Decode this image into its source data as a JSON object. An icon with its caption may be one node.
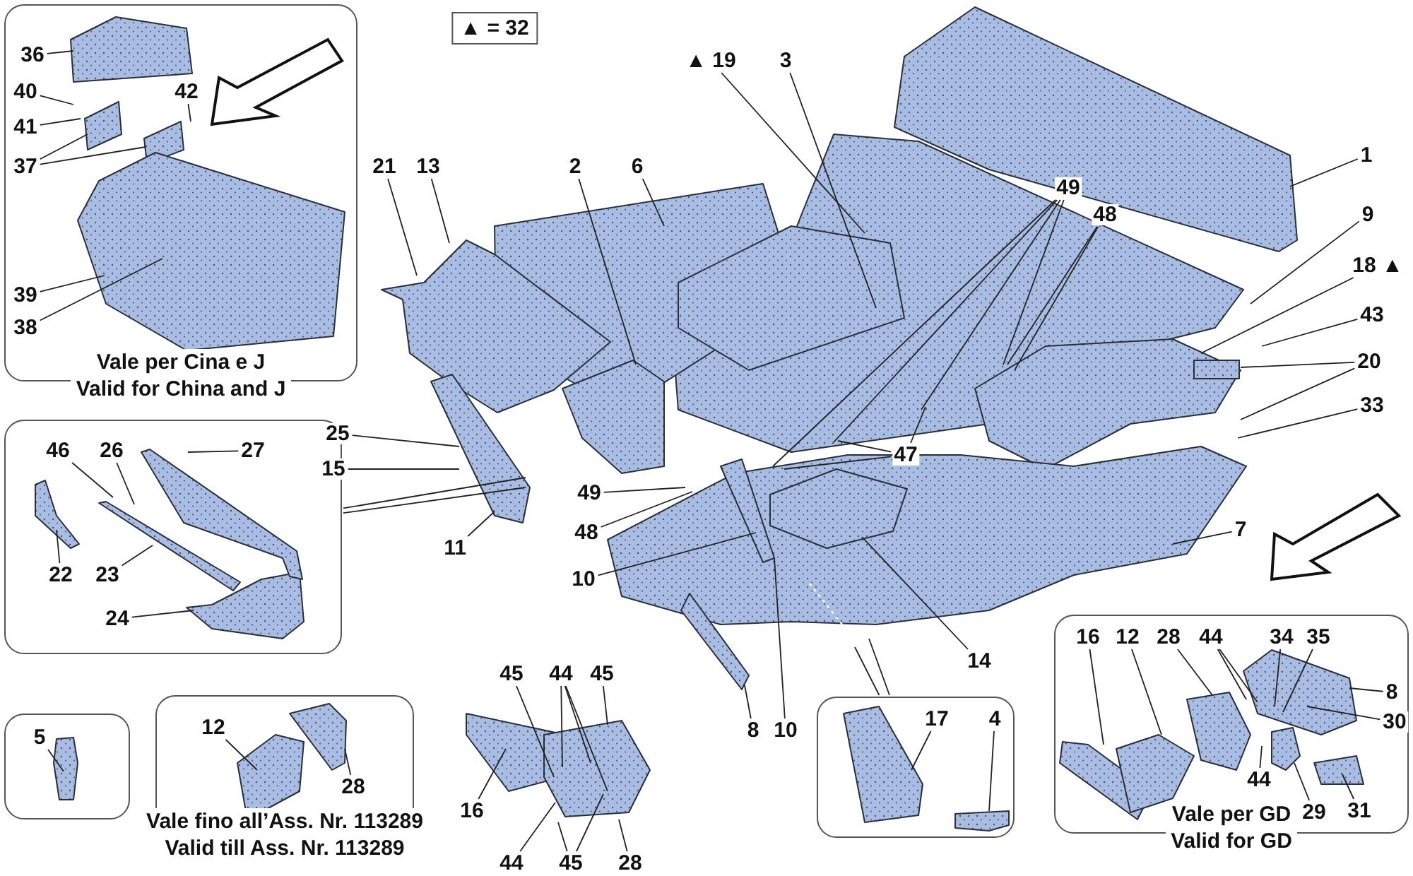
{
  "diagram": {
    "nodes": [
      {
        "text": [
          "Vale per Cina e J",
          "Valid for China and J"
        ]
      },
      {
        "text": [
          "36"
        ],
        "in": 0
      },
      {
        "text": [
          "40"
        ],
        "in": 0
      },
      {
        "text": [
          "41"
        ],
        "in": 0
      },
      {
        "text": [
          "42"
        ],
        "in": 0
      },
      {
        "text": [
          "37"
        ],
        "in": 0
      },
      {
        "text": [
          "39"
        ],
        "in": 0
      },
      {
        "text": [
          "38"
        ],
        "in": 0
      },
      {
        "text": [],
        "shape": "box"
      },
      {
        "text": [
          "46"
        ],
        "in": 8
      },
      {
        "text": [
          "26"
        ],
        "in": 8
      },
      {
        "text": [
          "27"
        ],
        "in": 8
      },
      {
        "text": [
          "22"
        ],
        "in": 8
      },
      {
        "text": [
          "23"
        ],
        "in": 8
      },
      {
        "text": [
          "24"
        ],
        "in": 8
      },
      {
        "text": [],
        "shape": "box"
      },
      {
        "text": [
          "5"
        ],
        "in": 15
      },
      {
        "text": [
          "Vale fino all’Ass. Nr. 113289",
          "Valid till Ass. Nr. 113289"
        ]
      },
      {
        "text": [
          "12"
        ],
        "in": 17
      },
      {
        "text": [
          "28"
        ],
        "in": 17
      },
      {
        "text": [],
        "shape": "box"
      },
      {
        "text": [
          "17"
        ],
        "in": 20
      },
      {
        "text": [
          "4"
        ],
        "in": 20
      },
      {
        "text": [
          "Vale per GD",
          "Valid for GD"
        ]
      },
      {
        "text": [
          "16"
        ],
        "in": 23
      },
      {
        "text": [
          "12"
        ],
        "in": 23
      },
      {
        "text": [
          "28"
        ],
        "in": 23
      },
      {
        "text": [
          "44"
        ],
        "in": 23
      },
      {
        "text": [
          "34"
        ],
        "in": 23
      },
      {
        "text": [
          "35"
        ],
        "in": 23
      },
      {
        "text": [
          "8"
        ],
        "in": 23
      },
      {
        "text": [
          "30"
        ],
        "in": 23
      },
      {
        "text": [
          "44"
        ],
        "in": 23
      },
      {
        "text": [
          "29"
        ],
        "in": 23
      },
      {
        "text": [
          "31"
        ],
        "in": 23
      },
      {
        "text": [
          "▲ = 32"
        ]
      },
      {
        "text": [
          "▲ 19"
        ]
      },
      {
        "text": [
          "3"
        ]
      },
      {
        "text": [
          "1"
        ]
      },
      {
        "text": [
          "21"
        ]
      },
      {
        "text": [
          "13"
        ]
      },
      {
        "text": [
          "2"
        ]
      },
      {
        "text": [
          "6"
        ]
      },
      {
        "text": [
          "49"
        ]
      },
      {
        "text": [
          "48"
        ]
      },
      {
        "text": [
          "9"
        ]
      },
      {
        "text": [
          "18 ▲"
        ]
      },
      {
        "text": [
          "43"
        ]
      },
      {
        "text": [
          "20"
        ]
      },
      {
        "text": [
          "33"
        ]
      },
      {
        "text": [
          "25"
        ]
      },
      {
        "text": [
          "15"
        ]
      },
      {
        "text": [
          "11"
        ]
      },
      {
        "text": [
          "47"
        ]
      },
      {
        "text": [
          "49"
        ]
      },
      {
        "text": [
          "48"
        ]
      },
      {
        "text": [
          "7"
        ]
      },
      {
        "text": [
          "10"
        ]
      },
      {
        "text": [
          "14"
        ]
      },
      {
        "text": [
          "8"
        ]
      },
      {
        "text": [
          "10"
        ]
      },
      {
        "text": [
          "45"
        ]
      },
      {
        "text": [
          "44"
        ]
      },
      {
        "text": [
          "45"
        ]
      },
      {
        "text": [
          "16"
        ]
      },
      {
        "text": [
          "44"
        ]
      },
      {
        "text": [
          "45"
        ]
      },
      {
        "text": [
          "28"
        ]
      }
    ],
    "edges": [
      {
        "from": 1,
        "to": null,
        "arrow": "none"
      },
      {
        "from": 2,
        "to": null,
        "arrow": "none"
      },
      {
        "from": 3,
        "to": null,
        "arrow": "none"
      },
      {
        "from": 4,
        "to": null,
        "arrow": "none"
      },
      {
        "from": 5,
        "to": null,
        "arrow": "none"
      },
      {
        "from": 5,
        "to": null,
        "arrow": "none"
      },
      {
        "from": 6,
        "to": null,
        "arrow": "none"
      },
      {
        "from": 7,
        "to": null,
        "arrow": "none"
      },
      {
        "from": 8,
        "to": null,
        "arrow": "none"
      },
      {
        "from": 8,
        "to": null,
        "arrow": "none"
      },
      {
        "from": 9,
        "to": null,
        "arrow": "none"
      },
      {
        "from": 10,
        "to": null,
        "arrow": "none"
      },
      {
        "from": 11,
        "to": null,
        "arrow": "none"
      },
      {
        "from": 12,
        "to": null,
        "arrow": "none"
      },
      {
        "from": 13,
        "to": null,
        "arrow": "none"
      },
      {
        "from": 14,
        "to": null,
        "arrow": "none"
      },
      {
        "from": 16,
        "to": null,
        "arrow": "none"
      },
      {
        "from": 18,
        "to": null,
        "arrow": "none"
      },
      {
        "from": 19,
        "to": null,
        "arrow": "none"
      },
      {
        "from": 20,
        "to": null,
        "arrow": "none"
      },
      {
        "from": 20,
        "to": null,
        "arrow": "none"
      },
      {
        "from": 21,
        "to": null,
        "arrow": "none"
      },
      {
        "from": 22,
        "to": null,
        "arrow": "none"
      },
      {
        "from": 24,
        "to": null,
        "arrow": "none"
      },
      {
        "from": 25,
        "to": null,
        "arrow": "none"
      },
      {
        "from": 26,
        "to": null,
        "arrow": "none"
      },
      {
        "from": 27,
        "to": null,
        "arrow": "none"
      },
      {
        "from": 27,
        "to": null,
        "arrow": "none"
      },
      {
        "from": 28,
        "to": null,
        "arrow": "none"
      },
      {
        "from": 29,
        "to": null,
        "arrow": "none"
      },
      {
        "from": 30,
        "to": null,
        "arrow": "none"
      },
      {
        "from": 31,
        "to": null,
        "arrow": "none"
      },
      {
        "from": 32,
        "to": null,
        "arrow": "none"
      },
      {
        "from": 33,
        "to": null,
        "arrow": "none"
      },
      {
        "from": 34,
        "to": null,
        "arrow": "none"
      },
      {
        "from": 36,
        "to": null,
        "arrow": "none"
      },
      {
        "from": 37,
        "to": null,
        "arrow": "none"
      },
      {
        "from": 38,
        "to": null,
        "arrow": "none"
      },
      {
        "from": 39,
        "to": null,
        "arrow": "none"
      },
      {
        "from": 40,
        "to": null,
        "arrow": "none"
      },
      {
        "from": 41,
        "to": null,
        "arrow": "none"
      },
      {
        "from": 42,
        "to": null,
        "arrow": "none"
      },
      {
        "from": 43,
        "to": null,
        "arrow": "none"
      },
      {
        "from": 43,
        "to": null,
        "arrow": "none"
      },
      {
        "from": 43,
        "to": null,
        "arrow": "none"
      },
      {
        "from": 43,
        "to": null,
        "arrow": "none"
      },
      {
        "from": 44,
        "to": null,
        "arrow": "none"
      },
      {
        "from": 44,
        "to": null,
        "arrow": "none"
      },
      {
        "from": 45,
        "to": null,
        "arrow": "none"
      },
      {
        "from": 46,
        "to": null,
        "arrow": "none"
      },
      {
        "from": 47,
        "to": null,
        "arrow": "none"
      },
      {
        "from": 48,
        "to": null,
        "arrow": "none"
      },
      {
        "from": 48,
        "to": null,
        "arrow": "none"
      },
      {
        "from": 49,
        "to": null,
        "arrow": "none"
      },
      {
        "from": 50,
        "to": null,
        "arrow": "none"
      },
      {
        "from": 51,
        "to": null,
        "arrow": "none"
      },
      {
        "from": 52,
        "to": null,
        "arrow": "none"
      },
      {
        "from": 53,
        "to": null,
        "arrow": "none"
      },
      {
        "from": 53,
        "to": null,
        "arrow": "none"
      },
      {
        "from": 53,
        "to": null,
        "arrow": "none"
      },
      {
        "from": 54,
        "to": null,
        "arrow": "none"
      },
      {
        "from": 55,
        "to": null,
        "arrow": "none"
      },
      {
        "from": 56,
        "to": null,
        "arrow": "none"
      },
      {
        "from": 57,
        "to": null,
        "arrow": "none"
      },
      {
        "from": 58,
        "to": null,
        "arrow": "none"
      },
      {
        "from": 59,
        "to": null,
        "arrow": "none"
      },
      {
        "from": 60,
        "to": null,
        "arrow": "none"
      },
      {
        "from": 61,
        "to": null,
        "arrow": "none"
      },
      {
        "from": 62,
        "to": null,
        "arrow": "none"
      },
      {
        "from": 62,
        "to": null,
        "arrow": "none"
      },
      {
        "from": 62,
        "to": null,
        "arrow": "none"
      },
      {
        "from": 63,
        "to": null,
        "arrow": "none"
      },
      {
        "from": 64,
        "to": null,
        "arrow": "none"
      },
      {
        "from": 65,
        "to": null,
        "arrow": "none"
      },
      {
        "from": 66,
        "to": null,
        "arrow": "none"
      },
      {
        "from": 66,
        "to": null,
        "arrow": "none"
      },
      {
        "from": 67,
        "to": null,
        "arrow": "none"
      }
    ]
  }
}
